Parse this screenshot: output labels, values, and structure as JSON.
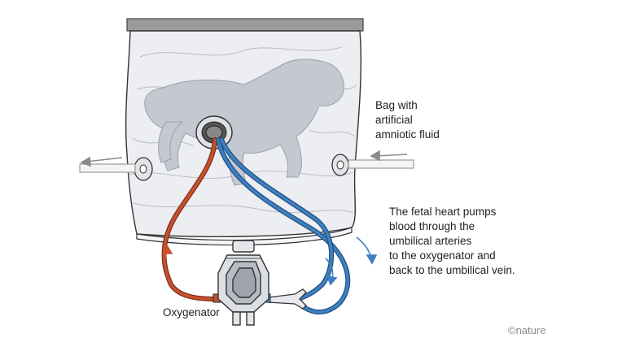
{
  "labels": {
    "bag": "Bag with\nartificial\namniotic fluid",
    "pump": "The fetal heart pumps\nblood through the\numbilical arteries\nto the oxygenator and\nback to the umbilical vein.",
    "oxygenator": "Oxygenator",
    "credit": "©nature"
  },
  "colors": {
    "artery": "#c8502f",
    "vein": "#3f7fbf",
    "bag": "#e9ebf0",
    "lamb": "#c2c6ce",
    "frame": "#8a8a8a"
  }
}
